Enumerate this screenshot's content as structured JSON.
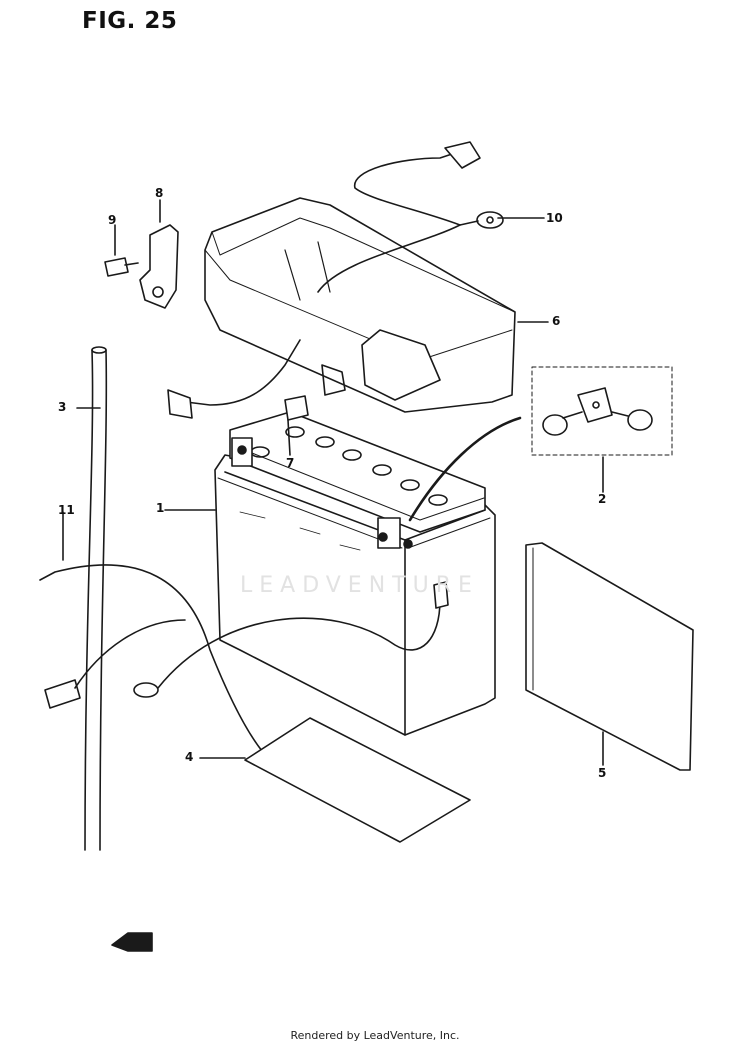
{
  "figure": {
    "title": "FIG. 25"
  },
  "callouts": {
    "c1": "1",
    "c2": "2",
    "c3": "3",
    "c4": "4",
    "c5": "5",
    "c6": "6",
    "c7": "7",
    "c8": "8",
    "c9": "9",
    "c10": "10",
    "c11": "11"
  },
  "watermark": "LEADVENTURE",
  "footer": {
    "credit": "Rendered by LeadVenture, Inc."
  }
}
